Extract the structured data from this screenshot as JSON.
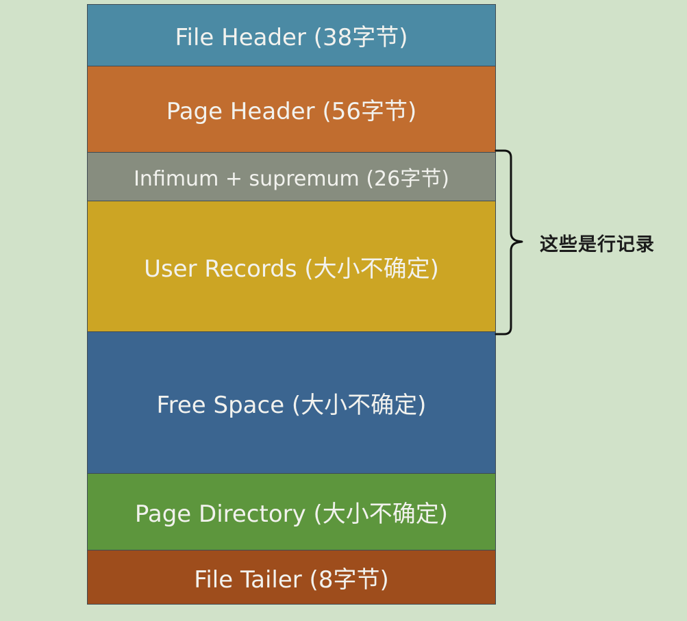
{
  "segments": [
    {
      "id": "file-header",
      "label": "File Header (38字节)",
      "color": "#4b8aa4"
    },
    {
      "id": "page-header",
      "label": "Page Header (56字节)",
      "color": "#c16d2f"
    },
    {
      "id": "infimum",
      "label": "Infimum + supremum (26字节)",
      "color": "#878d7f"
    },
    {
      "id": "user-records",
      "label": "User Records (大小不确定)",
      "color": "#cca524"
    },
    {
      "id": "free-space",
      "label": "Free Space (大小不确定)",
      "color": "#3b6590"
    },
    {
      "id": "page-directory",
      "label": "Page Directory (大小不确定)",
      "color": "#5d963d"
    },
    {
      "id": "file-tailer",
      "label": "File Tailer (8字节)",
      "color": "#9e4d1c"
    }
  ],
  "annotation": {
    "label": "这些是行记录"
  },
  "colors": {
    "background": "#d1e2c9",
    "border": "#3e4a52",
    "text": "#f2f2ee"
  }
}
